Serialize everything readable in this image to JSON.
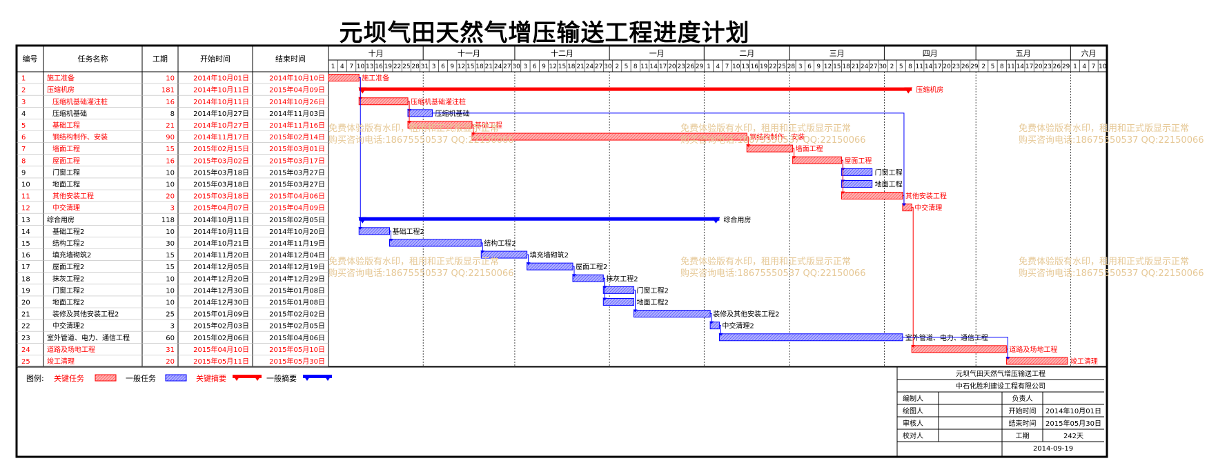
{
  "title": "元坝气田天然气增压输送工程进度计划",
  "columns": {
    "id": "编号",
    "name": "任务名称",
    "duration": "工期",
    "start": "开始时间",
    "end": "结束时间"
  },
  "months": [
    "十月",
    "十一月",
    "十二月",
    "一月",
    "二月",
    "三月",
    "四月",
    "五月",
    "六月"
  ],
  "day_ticks": [
    [
      "1",
      "4",
      "7",
      "10",
      "13",
      "16",
      "19",
      "22",
      "25",
      "28",
      "31"
    ],
    [
      "3",
      "6",
      "9",
      "12",
      "15",
      "18",
      "21",
      "24",
      "27",
      "30"
    ],
    [
      "3",
      "6",
      "9",
      "12",
      "15",
      "18",
      "21",
      "24",
      "27",
      "30"
    ],
    [
      "2",
      "5",
      "8",
      "11",
      "14",
      "17",
      "20",
      "23",
      "26",
      "29"
    ],
    [
      "1",
      "4",
      "7",
      "10",
      "13",
      "16",
      "19",
      "22",
      "25",
      "28"
    ],
    [
      "3",
      "6",
      "9",
      "12",
      "15",
      "18",
      "21",
      "24",
      "27",
      "30"
    ],
    [
      "2",
      "5",
      "8",
      "11",
      "14",
      "17",
      "20",
      "23",
      "26",
      "29"
    ],
    [
      "2",
      "5",
      "8",
      "11",
      "14",
      "17",
      "20",
      "23",
      "26",
      "29"
    ],
    [
      "1",
      "4",
      "7",
      "10"
    ]
  ],
  "colors": {
    "critical": "#ff0000",
    "normal": "#0000ff",
    "critical_bar": "#ff8080",
    "normal_bar": "#8080ff",
    "watermark": "#e6c896"
  },
  "chart_data": {
    "type": "gantt",
    "time_range": [
      "2014-10-01",
      "2015-06-11"
    ],
    "tasks": [
      {
        "id": "1",
        "name": "施工准备",
        "duration": "10",
        "start": "2014年10月01日",
        "end": "2014年10月10日",
        "s": "2014-10-01",
        "e": "2014-10-10",
        "kind": "critical",
        "level": 0,
        "label": "施工准备"
      },
      {
        "id": "2",
        "name": "压缩机房",
        "duration": "181",
        "start": "2014年10月11日",
        "end": "2015年04月09日",
        "s": "2014-10-11",
        "e": "2015-04-09",
        "kind": "critical_summary",
        "level": 0,
        "label": "压缩机房"
      },
      {
        "id": "3",
        "name": "压缩机基础灌注桩",
        "duration": "16",
        "start": "2014年10月11日",
        "end": "2014年10月26日",
        "s": "2014-10-11",
        "e": "2014-10-26",
        "kind": "critical",
        "level": 1,
        "label": "压缩机基础灌注桩"
      },
      {
        "id": "4",
        "name": "压缩机基础",
        "duration": "8",
        "start": "2014年10月27日",
        "end": "2014年11月03日",
        "s": "2014-10-27",
        "e": "2014-11-03",
        "kind": "normal",
        "level": 1,
        "label": "压缩机基础"
      },
      {
        "id": "5",
        "name": "基础工程",
        "duration": "21",
        "start": "2014年10月27日",
        "end": "2014年11月16日",
        "s": "2014-10-27",
        "e": "2014-11-16",
        "kind": "critical",
        "level": 1,
        "label": "基础工程"
      },
      {
        "id": "6",
        "name": "钢结构制作、安装",
        "duration": "90",
        "start": "2014年11月17日",
        "end": "2015年02月14日",
        "s": "2014-11-17",
        "e": "2015-02-14",
        "kind": "critical",
        "level": 1,
        "label": "钢结构制作、安装"
      },
      {
        "id": "7",
        "name": "墙面工程",
        "duration": "15",
        "start": "2015年02月15日",
        "end": "2015年03月01日",
        "s": "2015-02-15",
        "e": "2015-03-01",
        "kind": "critical",
        "level": 1,
        "label": "墙面工程"
      },
      {
        "id": "8",
        "name": "屋面工程",
        "duration": "16",
        "start": "2015年03月02日",
        "end": "2015年03月17日",
        "s": "2015-03-02",
        "e": "2015-03-17",
        "kind": "critical",
        "level": 1,
        "label": "屋面工程"
      },
      {
        "id": "9",
        "name": "门窗工程",
        "duration": "10",
        "start": "2015年03月18日",
        "end": "2015年03月27日",
        "s": "2015-03-18",
        "e": "2015-03-27",
        "kind": "normal",
        "level": 1,
        "label": "门窗工程"
      },
      {
        "id": "10",
        "name": "地面工程",
        "duration": "10",
        "start": "2015年03月18日",
        "end": "2015年03月27日",
        "s": "2015-03-18",
        "e": "2015-03-27",
        "kind": "normal",
        "level": 1,
        "label": "地面工程"
      },
      {
        "id": "11",
        "name": "其他安装工程",
        "duration": "20",
        "start": "2015年03月18日",
        "end": "2015年04月06日",
        "s": "2015-03-18",
        "e": "2015-04-06",
        "kind": "critical",
        "level": 1,
        "label": "其他安装工程"
      },
      {
        "id": "12",
        "name": "中交清理",
        "duration": "3",
        "start": "2015年04月07日",
        "end": "2015年04月09日",
        "s": "2015-04-07",
        "e": "2015-04-09",
        "kind": "critical",
        "level": 1,
        "label": "中交清理"
      },
      {
        "id": "13",
        "name": "综合用房",
        "duration": "118",
        "start": "2014年10月11日",
        "end": "2015年02月05日",
        "s": "2014-10-11",
        "e": "2015-02-05",
        "kind": "normal_summary",
        "level": 0,
        "label": "综合用房"
      },
      {
        "id": "14",
        "name": "基础工程2",
        "duration": "10",
        "start": "2014年10月11日",
        "end": "2014年10月20日",
        "s": "2014-10-11",
        "e": "2014-10-20",
        "kind": "normal",
        "level": 1,
        "label": "基础工程2"
      },
      {
        "id": "15",
        "name": "结构工程2",
        "duration": "30",
        "start": "2014年10月21日",
        "end": "2014年11月19日",
        "s": "2014-10-21",
        "e": "2014-11-19",
        "kind": "normal",
        "level": 1,
        "label": "结构工程2"
      },
      {
        "id": "16",
        "name": "填充墙砌筑2",
        "duration": "15",
        "start": "2014年11月20日",
        "end": "2014年12月04日",
        "s": "2014-11-20",
        "e": "2014-12-04",
        "kind": "normal",
        "level": 1,
        "label": "填充墙砌筑2"
      },
      {
        "id": "17",
        "name": "屋面工程2",
        "duration": "15",
        "start": "2014年12月05日",
        "end": "2014年12月19日",
        "s": "2014-12-05",
        "e": "2014-12-19",
        "kind": "normal",
        "level": 1,
        "label": "屋面工程2"
      },
      {
        "id": "18",
        "name": "抹灰工程2",
        "duration": "10",
        "start": "2014年12月20日",
        "end": "2014年12月29日",
        "s": "2014-12-20",
        "e": "2014-12-29",
        "kind": "normal",
        "level": 1,
        "label": "抹灰工程2"
      },
      {
        "id": "19",
        "name": "门窗工程2",
        "duration": "10",
        "start": "2014年12月30日",
        "end": "2015年01月08日",
        "s": "2014-12-30",
        "e": "2015-01-08",
        "kind": "normal",
        "level": 1,
        "label": "门窗工程2"
      },
      {
        "id": "20",
        "name": "地面工程2",
        "duration": "10",
        "start": "2014年12月30日",
        "end": "2015年01月08日",
        "s": "2014-12-30",
        "e": "2015-01-08",
        "kind": "normal",
        "level": 1,
        "label": "地面工程2"
      },
      {
        "id": "21",
        "name": "装修及其他安装工程2",
        "duration": "25",
        "start": "2015年01月09日",
        "end": "2015年02月02日",
        "s": "2015-01-09",
        "e": "2015-02-02",
        "kind": "normal",
        "level": 1,
        "label": "装修及其他安装工程2"
      },
      {
        "id": "22",
        "name": "中交清理2",
        "duration": "3",
        "start": "2015年02月03日",
        "end": "2015年02月05日",
        "s": "2015-02-03",
        "e": "2015-02-05",
        "kind": "normal",
        "level": 1,
        "label": "中交清理2"
      },
      {
        "id": "23",
        "name": "室外管道、电力、通信工程",
        "duration": "60",
        "start": "2015年02月06日",
        "end": "2015年04月06日",
        "s": "2015-02-06",
        "e": "2015-04-06",
        "kind": "normal",
        "level": 0,
        "label": "室外管道、电力、通信工程"
      },
      {
        "id": "24",
        "name": "道路及场地工程",
        "duration": "31",
        "start": "2015年04月10日",
        "end": "2015年05月10日",
        "s": "2015-04-10",
        "e": "2015-05-10",
        "kind": "critical",
        "level": 0,
        "label": "道路及场地工程"
      },
      {
        "id": "25",
        "name": "竣工清理",
        "duration": "20",
        "start": "2015年05月11日",
        "end": "2015年05月30日",
        "s": "2015-05-11",
        "e": "2015-05-30",
        "kind": "critical",
        "level": 0,
        "label": "竣工清理"
      }
    ],
    "links": [
      [
        1,
        3
      ],
      [
        3,
        4
      ],
      [
        3,
        5
      ],
      [
        5,
        6
      ],
      [
        6,
        7
      ],
      [
        7,
        8
      ],
      [
        8,
        9
      ],
      [
        8,
        10
      ],
      [
        8,
        11
      ],
      [
        11,
        12
      ],
      [
        4,
        12
      ],
      [
        12,
        24
      ],
      [
        24,
        25
      ],
      [
        1,
        14
      ],
      [
        14,
        15
      ],
      [
        15,
        16
      ],
      [
        16,
        17
      ],
      [
        17,
        18
      ],
      [
        18,
        19
      ],
      [
        18,
        20
      ],
      [
        19,
        21
      ],
      [
        21,
        22
      ],
      [
        22,
        23
      ],
      [
        23,
        25
      ]
    ]
  },
  "legend": {
    "label": "图例:",
    "critical_task": "关键任务",
    "normal_task": "一般任务",
    "critical_summary": "关键摘要",
    "normal_summary": "一般摘要"
  },
  "watermark": {
    "line1": "免费体验版有水印，租用和正式版显示正常",
    "line2": "购买咨询电话:18675550537 QQ:22150066"
  },
  "info_box": {
    "project": "元坝气田天然气增压输送工程",
    "company": "中石化胜利建设工程有限公司",
    "rows": [
      [
        "编制人",
        "",
        "负责人",
        ""
      ],
      [
        "绘图人",
        "",
        "开始时间",
        "2014年10月01日"
      ],
      [
        "审核人",
        "",
        "结束时间",
        "2015年05月30日"
      ],
      [
        "校对人",
        "",
        "工期",
        "242天"
      ]
    ],
    "date": "2014-09-19"
  }
}
